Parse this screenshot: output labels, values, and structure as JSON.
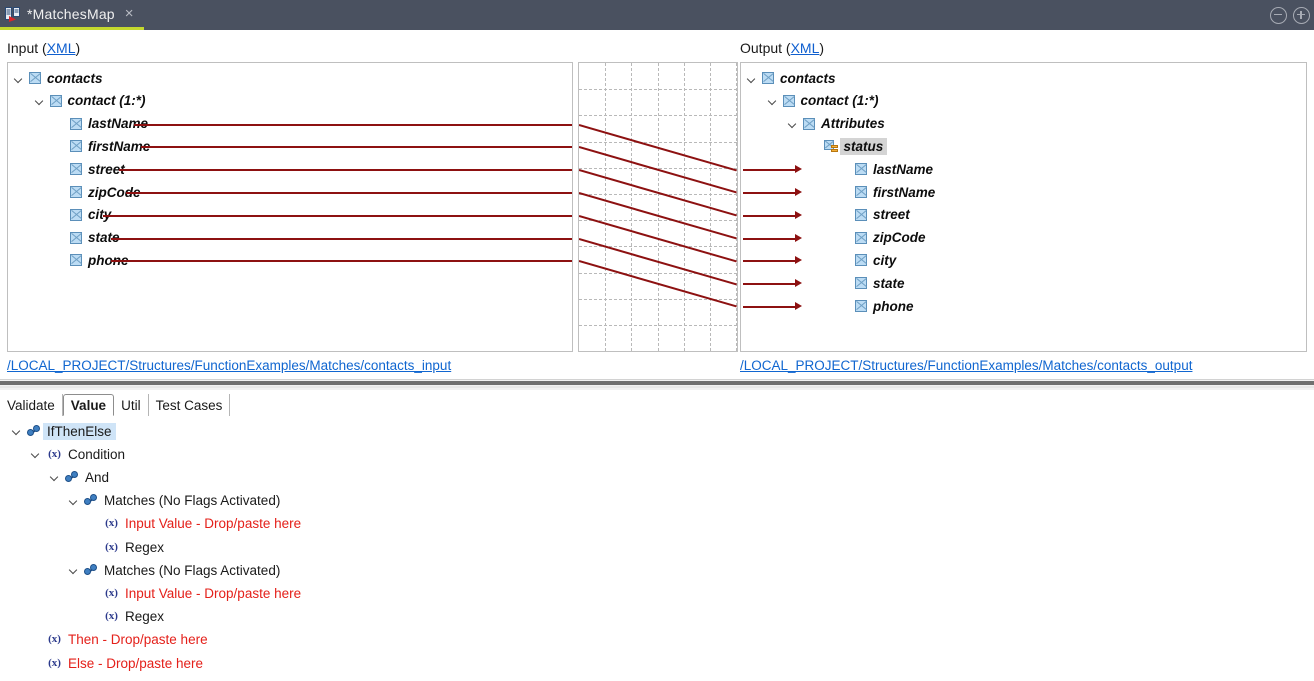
{
  "window": {
    "tab_title": "*MatchesMap",
    "tab_icon": "mapping-document-icon",
    "close_label": "×",
    "minimize_label": "minimize",
    "maximize_label": "maximize"
  },
  "editor": {
    "input_header": "Input (",
    "input_header_link": "XML",
    "input_header_suffix": ")",
    "output_header": "Output (",
    "output_header_link": "XML",
    "output_header_suffix": ")",
    "input_path": "/LOCAL_PROJECT/Structures/FunctionExamples/Matches/contacts_input",
    "output_path": "/LOCAL_PROJECT/Structures/FunctionExamples/Matches/contacts_output"
  },
  "input_tree": [
    {
      "label": "contacts",
      "indent": 0,
      "twisty": "expanded",
      "icon": "element-icon",
      "selected": false
    },
    {
      "label": "contact (1:*)",
      "indent": 1,
      "twisty": "expanded",
      "icon": "element-icon",
      "selected": false
    },
    {
      "label": "lastName",
      "indent": 2,
      "twisty": "none",
      "icon": "element-icon",
      "selected": false
    },
    {
      "label": "firstName",
      "indent": 2,
      "twisty": "none",
      "icon": "element-icon",
      "selected": false
    },
    {
      "label": "street",
      "indent": 2,
      "twisty": "none",
      "icon": "element-icon",
      "selected": false
    },
    {
      "label": "zipCode",
      "indent": 2,
      "twisty": "none",
      "icon": "element-icon",
      "selected": false
    },
    {
      "label": "city",
      "indent": 2,
      "twisty": "none",
      "icon": "element-icon",
      "selected": false
    },
    {
      "label": "state",
      "indent": 2,
      "twisty": "none",
      "icon": "element-icon",
      "selected": false
    },
    {
      "label": "phone",
      "indent": 2,
      "twisty": "none",
      "icon": "element-icon",
      "selected": false
    }
  ],
  "output_tree": [
    {
      "label": "contacts",
      "indent": 0,
      "twisty": "expanded",
      "icon": "element-icon",
      "selected": false,
      "inbound": false
    },
    {
      "label": "contact (1:*)",
      "indent": 1,
      "twisty": "expanded",
      "icon": "element-icon",
      "selected": false,
      "inbound": false
    },
    {
      "label": "Attributes",
      "indent": 2,
      "twisty": "expanded",
      "icon": "element-icon",
      "selected": false,
      "inbound": false
    },
    {
      "label": "status",
      "indent": 3,
      "twisty": "none",
      "icon": "attribute-icon",
      "selected": true,
      "inbound": false
    },
    {
      "label": "lastName",
      "indent": 2,
      "twisty": "none",
      "icon": "element-icon",
      "selected": false,
      "inbound": true
    },
    {
      "label": "firstName",
      "indent": 2,
      "twisty": "none",
      "icon": "element-icon",
      "selected": false,
      "inbound": true
    },
    {
      "label": "street",
      "indent": 2,
      "twisty": "none",
      "icon": "element-icon",
      "selected": false,
      "inbound": true
    },
    {
      "label": "zipCode",
      "indent": 2,
      "twisty": "none",
      "icon": "element-icon",
      "selected": false,
      "inbound": true
    },
    {
      "label": "city",
      "indent": 2,
      "twisty": "none",
      "icon": "element-icon",
      "selected": false,
      "inbound": true
    },
    {
      "label": "state",
      "indent": 2,
      "twisty": "none",
      "icon": "element-icon",
      "selected": false,
      "inbound": true
    },
    {
      "label": "phone",
      "indent": 2,
      "twisty": "none",
      "icon": "element-icon",
      "selected": false,
      "inbound": true
    }
  ],
  "mappings": [
    {
      "from": "lastName",
      "to": "lastName"
    },
    {
      "from": "firstName",
      "to": "firstName"
    },
    {
      "from": "street",
      "to": "street"
    },
    {
      "from": "zipCode",
      "to": "zipCode"
    },
    {
      "from": "city",
      "to": "city"
    },
    {
      "from": "state",
      "to": "state"
    },
    {
      "from": "phone",
      "to": "phone"
    }
  ],
  "bottom": {
    "tabs": [
      {
        "label": "Validate",
        "active": false
      },
      {
        "label": "Value",
        "active": true
      },
      {
        "label": "Util",
        "active": false
      },
      {
        "label": "Test Cases",
        "active": false
      }
    ],
    "tree": [
      {
        "label": "IfThenElse",
        "indent": 0,
        "twisty": "expanded",
        "icon": "function-icon",
        "red": false,
        "selected": true
      },
      {
        "label": "Condition",
        "indent": 1,
        "twisty": "expanded",
        "icon": "value-icon",
        "red": false,
        "selected": false
      },
      {
        "label": "And",
        "indent": 2,
        "twisty": "expanded",
        "icon": "function-icon",
        "red": false,
        "selected": false
      },
      {
        "label": "Matches (No Flags Activated)",
        "indent": 3,
        "twisty": "expanded",
        "icon": "function-icon",
        "red": false,
        "selected": false
      },
      {
        "label": "Input Value - Drop/paste here",
        "indent": 4,
        "twisty": "none",
        "icon": "value-icon",
        "red": true,
        "selected": false
      },
      {
        "label": "Regex",
        "indent": 4,
        "twisty": "none",
        "icon": "value-icon",
        "red": false,
        "selected": false
      },
      {
        "label": "Matches (No Flags Activated)",
        "indent": 3,
        "twisty": "expanded",
        "icon": "function-icon",
        "red": false,
        "selected": false
      },
      {
        "label": "Input Value - Drop/paste here",
        "indent": 4,
        "twisty": "none",
        "icon": "value-icon",
        "red": true,
        "selected": false
      },
      {
        "label": "Regex",
        "indent": 4,
        "twisty": "none",
        "icon": "value-icon",
        "red": false,
        "selected": false
      },
      {
        "label": "Then - Drop/paste here",
        "indent": 1,
        "twisty": "none",
        "icon": "value-icon",
        "red": true,
        "selected": false
      },
      {
        "label": "Else - Drop/paste here",
        "indent": 1,
        "twisty": "none",
        "icon": "value-icon",
        "red": true,
        "selected": false
      }
    ],
    "value_icon_glyph": "(x)"
  },
  "colors": {
    "titlebar": "#4a5160",
    "tab_accent": "#c4d82e",
    "wire": "#8d1111",
    "link": "#1066d0",
    "error_text": "#e4201a",
    "selection": "#cfe4f7"
  }
}
